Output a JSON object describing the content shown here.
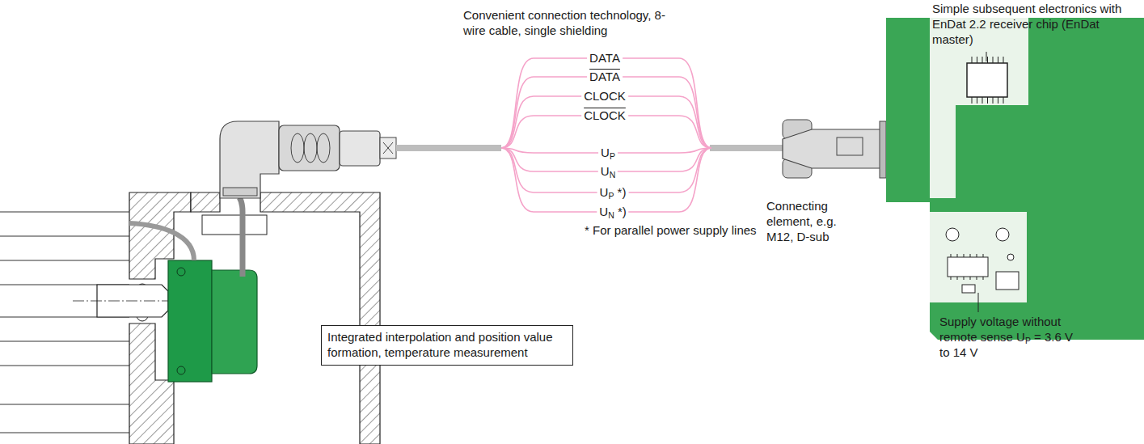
{
  "diagram": {
    "nodes": [
      {
        "text": [
          "Integrated interpolation and position value formation, temperature measurement"
        ]
      }
    ],
    "labels": [
      "Convenient connection technology, 8-wire cable, single shielding",
      "DATA",
      "DATA",
      "CLOCK",
      "CLOCK",
      "UP",
      "UN",
      "UP *)",
      "UN *)",
      "* For parallel power supply lines",
      "Connecting element, e.g. M12, D-sub",
      "Simple subsequent electronics with EnDat 2.2 receiver chip (EnDat master)",
      "Supply voltage without remote sense UP = 3.6 V to 14 V"
    ]
  }
}
